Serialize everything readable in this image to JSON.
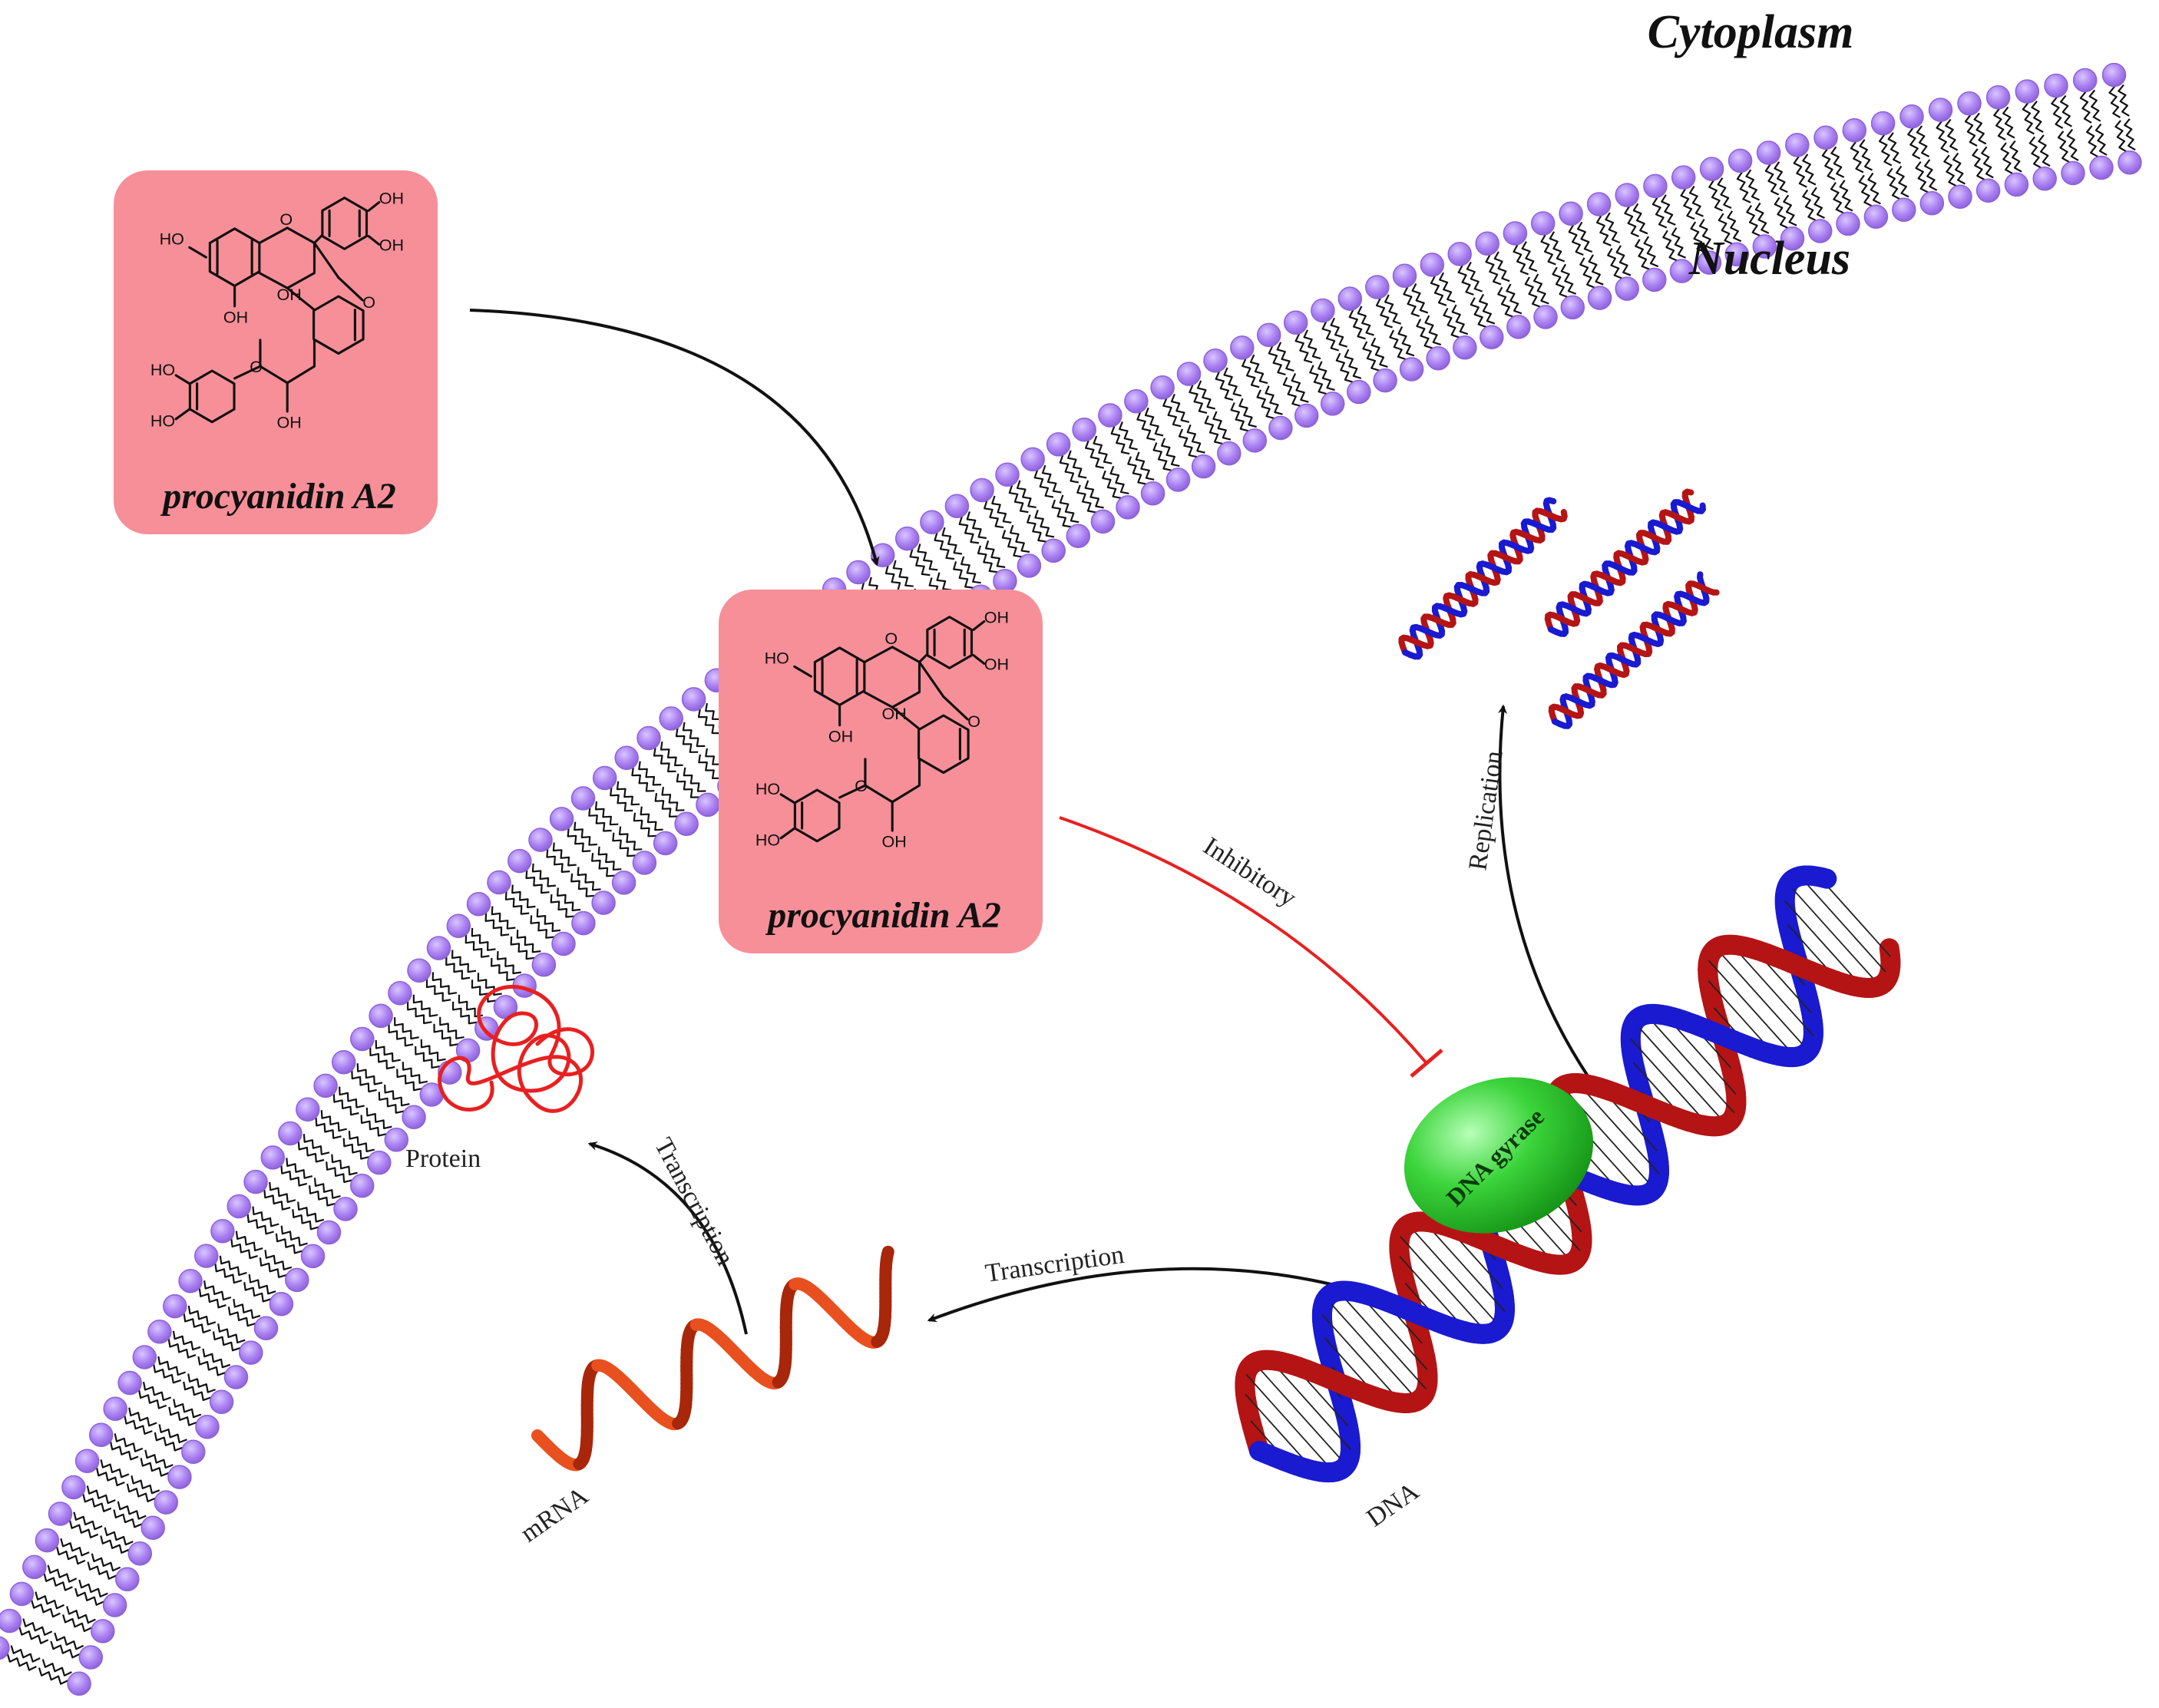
{
  "regions": {
    "outer": "Cytoplasm",
    "inner": "Nucleus"
  },
  "compound": {
    "name": "procyanidin A2",
    "box_color": "#f78f98",
    "atoms": {
      "ho_a": "HO",
      "oh_b": "OH",
      "oh_c": "OH",
      "oh_d": "OH",
      "ho_e": "HO",
      "ho_f": "HO",
      "oh_g": "OH",
      "oh_h": "OH",
      "o_ring1": "O",
      "o_ring2": "O",
      "o_ring3": "O"
    }
  },
  "labels": {
    "inhibitory": "Inhibitory",
    "replication": "Replication",
    "transcription_mrna": "Transcription",
    "transcription_protein": "Transcription",
    "protein": "Protein",
    "mrna": "mRNA",
    "dna": "DNA",
    "enzyme": "DNA gyrase"
  },
  "colors": {
    "membrane_head": "#a87ef0",
    "inhibition_line": "#e82020",
    "dna_strand_a": "#1a1ab5",
    "dna_strand_b": "#b51a1a",
    "mrna": "#e0401a",
    "protein": "#e82020",
    "enzyme": "#33cc33"
  }
}
